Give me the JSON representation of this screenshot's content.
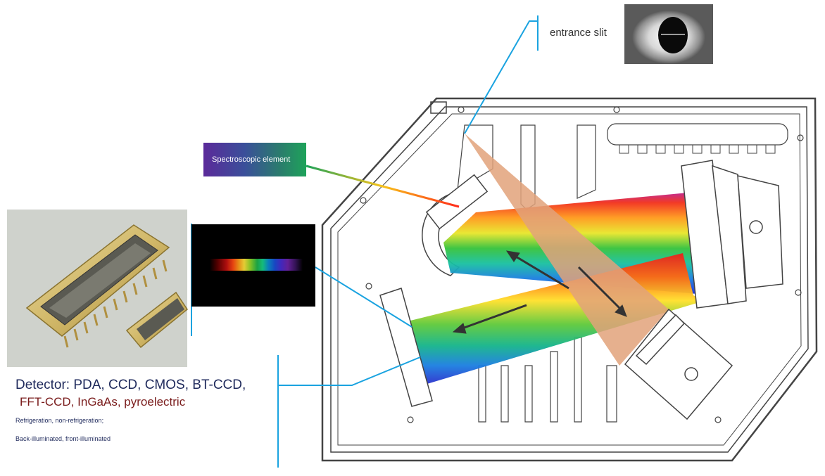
{
  "labels": {
    "entrance_slit": "entrance slit",
    "spectroscopic_element": "Spectroscopic element",
    "detector_line1": "Detector: PDA, CCD, CMOS, BT-CCD,",
    "detector_line2": "FFT-CCD, InGaAs, pyroelectric",
    "refrigeration": "Refrigeration, non-refrigeration;",
    "illumination": "Back-illuminated, front-illuminated"
  },
  "colors": {
    "callout_line": "#1aa3e0",
    "housing_stroke": "#444444",
    "entrance_beam": "#e2a27a",
    "arrow": "#333333"
  },
  "photos": {
    "slit_photo": "entrance-slit-photo",
    "spectrum_photo": "emission-spectrum-photo",
    "detector_photo": "detector-chip-photo"
  }
}
